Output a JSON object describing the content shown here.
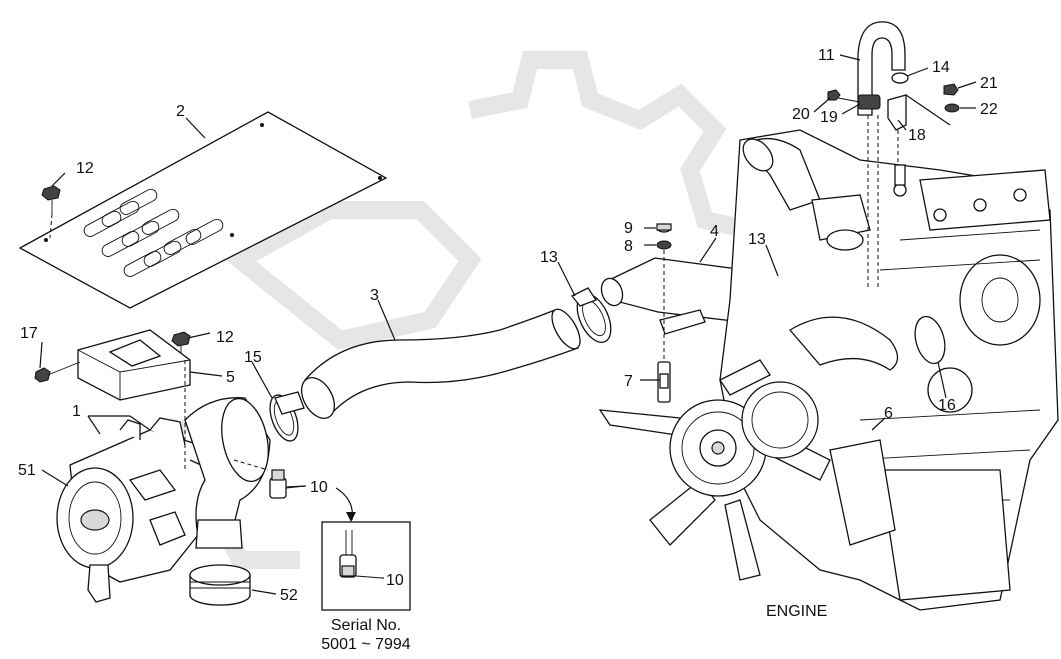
{
  "callouts": {
    "c1": "1",
    "c2": "2",
    "c3": "3",
    "c4": "4",
    "c5": "5",
    "c6": "6",
    "c7": "7",
    "c8": "8",
    "c9": "9",
    "c10a": "10",
    "c10b": "10",
    "c11": "11",
    "c12a": "12",
    "c12b": "12",
    "c13a": "13",
    "c13b": "13",
    "c14": "14",
    "c15": "15",
    "c16": "16",
    "c17": "17",
    "c18": "18",
    "c19": "19",
    "c20": "20",
    "c21": "21",
    "c22": "22",
    "c51": "51",
    "c52": "52"
  },
  "inset": {
    "serial_line1": "Serial No.",
    "serial_line2": "5001 ~ 7994"
  },
  "labels": {
    "engine": "ENGINE"
  }
}
